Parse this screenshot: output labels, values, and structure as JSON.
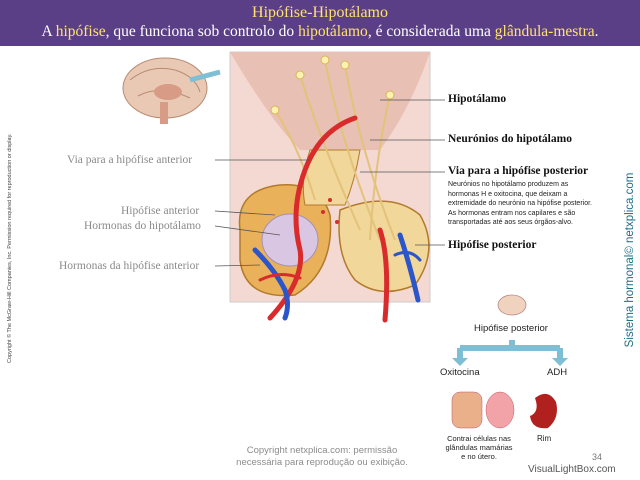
{
  "header": {
    "title": "Hipófise-Hipotálamo",
    "subtitle_parts": [
      "A ",
      "hipófise",
      ", que funciona sob controlo do ",
      "hipotálamo",
      ", é considerada uma ",
      "glândula-mestra",
      "."
    ]
  },
  "copyright_side": "Copyright © The McGraw-Hill Companies, Inc. Permission required for reproduction or display.",
  "side_credit": "Sistema hormonal© netxplica.com",
  "labels": {
    "hipotalamo": "Hipotálamo",
    "neuronios": "Neurónios do hipotálamo",
    "via_posterior": "Via para a hipófise posterior",
    "via_posterior_desc": [
      "Neurónios no hipotálamo produzem as",
      "hormonas H e oxitocina, que deixam a",
      "extremidade do neurónio na hipófise posterior.",
      "As hormonas entram nos capilares e são",
      "transportadas até aos seus órgãos-alvo."
    ],
    "hipofise_posterior": "Hipófise posterior",
    "via_anterior": "Via para a hipófise anterior",
    "hipofise_anterior": "Hipófise anterior",
    "hormonas_hipotalamo": "Hormonas do hipotálamo",
    "hormonas_hipofise_anterior": "Hormonas da hipófise anterior"
  },
  "flow": {
    "top": "Hipófise posterior",
    "left": "Oxitocina",
    "right": "ADH",
    "left_target": [
      "Contrai células nas",
      "glândulas mamárias",
      "e no útero."
    ],
    "right_target": "Rim"
  },
  "footer": {
    "line1": "Copyright netxplica.com: permissão",
    "line2": "necessária para reprodução ou exibição."
  },
  "page_number": "34",
  "watermark": "VisualLightBox.com",
  "colors": {
    "header_bg": "#5b3f86",
    "highlight": "#ffe36b",
    "gland": "#e9b25a",
    "artery": "#d92b2b",
    "vein": "#2b55c8",
    "arrow": "#7fbfd6"
  }
}
